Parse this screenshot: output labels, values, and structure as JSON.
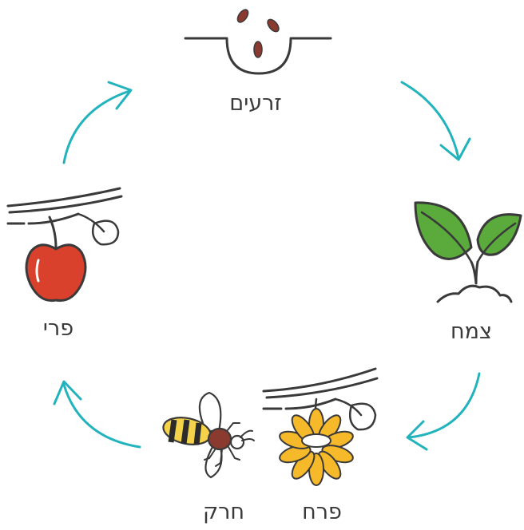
{
  "diagram": {
    "stages": {
      "seeds": "זרעים",
      "sprout": "צמח",
      "flower": "פרח",
      "insect": "חרק",
      "fruit": "פרי"
    },
    "colors": {
      "arrow": "#22b3bd",
      "line": "#3a3a3a",
      "leaf": "#5aab3c",
      "apple": "#d9412c",
      "petal": "#f5b92a",
      "bee_yellow": "#f4d34a",
      "bee_body": "#8b3a2f",
      "seed": "#8b3a2f"
    },
    "icons": [
      "seeds-icon",
      "sprout-icon",
      "flower-icon",
      "bee-icon",
      "apple-icon"
    ]
  }
}
